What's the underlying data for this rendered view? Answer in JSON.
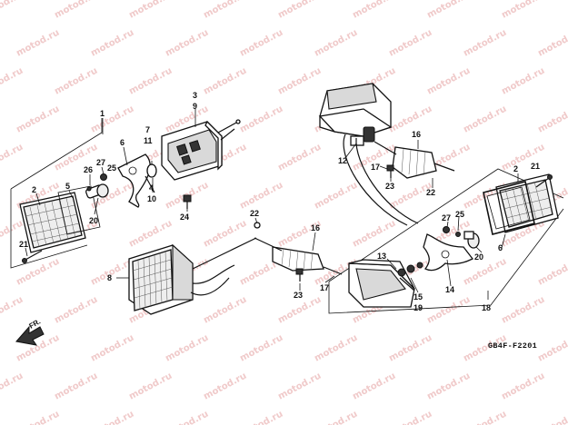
{
  "watermark": "motod.ru",
  "callouts": [
    {
      "id": "c1",
      "text": "1"
    },
    {
      "id": "c2a",
      "text": "2"
    },
    {
      "id": "c5a",
      "text": "5"
    },
    {
      "id": "c21a",
      "text": "21"
    },
    {
      "id": "c26",
      "text": "26"
    },
    {
      "id": "c27a",
      "text": "27"
    },
    {
      "id": "c25a",
      "text": "25"
    },
    {
      "id": "c20a",
      "text": "20"
    },
    {
      "id": "c6a",
      "text": "6"
    },
    {
      "id": "c4",
      "text": "4"
    },
    {
      "id": "c10",
      "text": "10"
    },
    {
      "id": "c7",
      "text": "7"
    },
    {
      "id": "c11",
      "text": "11"
    },
    {
      "id": "c3",
      "text": "3"
    },
    {
      "id": "c9",
      "text": "9"
    },
    {
      "id": "c24",
      "text": "24"
    },
    {
      "id": "c8",
      "text": "8"
    },
    {
      "id": "c12",
      "text": "12"
    },
    {
      "id": "c16a",
      "text": "16"
    },
    {
      "id": "c17a",
      "text": "17"
    },
    {
      "id": "c23a",
      "text": "23"
    },
    {
      "id": "c22a",
      "text": "22"
    },
    {
      "id": "c22b",
      "text": "22"
    },
    {
      "id": "c16b",
      "text": "16"
    },
    {
      "id": "c23b",
      "text": "23"
    },
    {
      "id": "c17b",
      "text": "17"
    },
    {
      "id": "c13",
      "text": "13"
    },
    {
      "id": "c15",
      "text": "15"
    },
    {
      "id": "c19",
      "text": "19"
    },
    {
      "id": "c14",
      "text": "14"
    },
    {
      "id": "c18",
      "text": "18"
    },
    {
      "id": "c27b",
      "text": "27"
    },
    {
      "id": "c25b",
      "text": "25"
    },
    {
      "id": "c20b",
      "text": "20"
    },
    {
      "id": "c6b",
      "text": "6"
    },
    {
      "id": "c2b",
      "text": "2"
    },
    {
      "id": "c21b",
      "text": "21"
    }
  ],
  "diagram_code": "GB4F-F2201",
  "direction_label": "FR."
}
